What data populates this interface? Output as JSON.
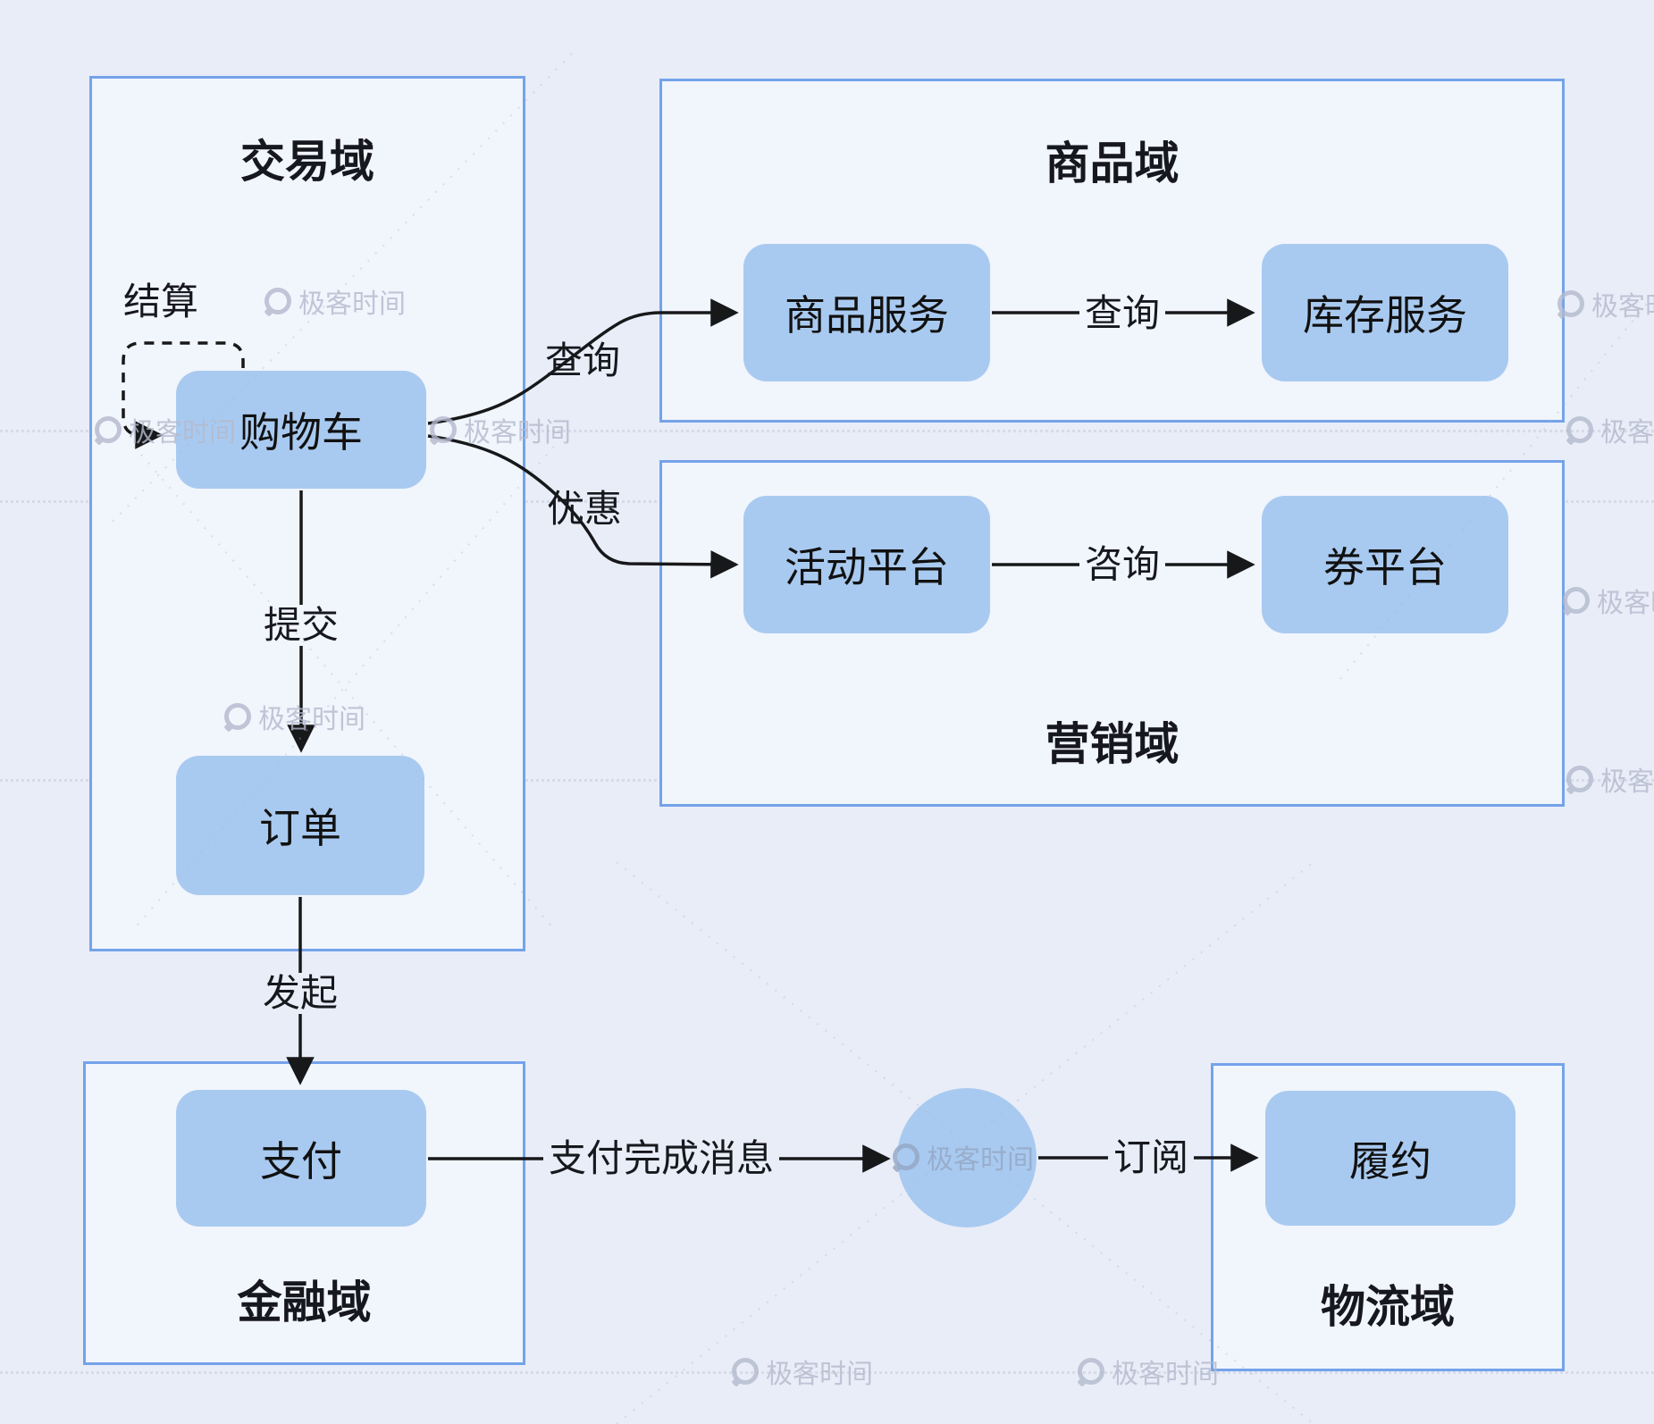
{
  "diagram": {
    "domains": [
      {
        "id": "trade",
        "label": "交易域"
      },
      {
        "id": "product",
        "label": "商品域"
      },
      {
        "id": "marketing",
        "label": "营销域"
      },
      {
        "id": "finance",
        "label": "金融域"
      },
      {
        "id": "logistics",
        "label": "物流域"
      }
    ],
    "nodes": [
      {
        "id": "cart",
        "label": "购物车"
      },
      {
        "id": "order",
        "label": "订单"
      },
      {
        "id": "product-service",
        "label": "商品服务"
      },
      {
        "id": "inventory-service",
        "label": "库存服务"
      },
      {
        "id": "activity-platform",
        "label": "活动平台"
      },
      {
        "id": "coupon-platform",
        "label": "券平台"
      },
      {
        "id": "payment",
        "label": "支付"
      },
      {
        "id": "fulfillment",
        "label": "履约"
      },
      {
        "id": "message-circle",
        "label": ""
      }
    ],
    "edges": [
      {
        "id": "settle",
        "label": "结算",
        "from": "cart",
        "to": "cart",
        "style": "dashed"
      },
      {
        "id": "query-product",
        "label": "查询",
        "from": "cart",
        "to": "product-service",
        "style": "solid"
      },
      {
        "id": "discount",
        "label": "优惠",
        "from": "cart",
        "to": "activity-platform",
        "style": "solid"
      },
      {
        "id": "query-inventory",
        "label": "查询",
        "from": "product-service",
        "to": "inventory-service",
        "style": "solid"
      },
      {
        "id": "consult",
        "label": "咨询",
        "from": "activity-platform",
        "to": "coupon-platform",
        "style": "solid"
      },
      {
        "id": "submit",
        "label": "提交",
        "from": "cart",
        "to": "order",
        "style": "solid"
      },
      {
        "id": "initiate",
        "label": "发起",
        "from": "order",
        "to": "payment",
        "style": "solid"
      },
      {
        "id": "payment-complete",
        "label": "支付完成消息",
        "from": "payment",
        "to": "message-circle",
        "style": "solid"
      },
      {
        "id": "subscribe",
        "label": "订阅",
        "from": "message-circle",
        "to": "fulfillment",
        "style": "solid"
      }
    ],
    "watermark": {
      "text": "极客时间"
    },
    "colors": {
      "background": "#e9edf8",
      "domain_fill": "#f1f5fc",
      "domain_border": "#74a3ea",
      "node_fill": "#a9caf0",
      "arrow": "#17181a",
      "text": "#16181d",
      "watermark": "#b3bacd"
    }
  }
}
